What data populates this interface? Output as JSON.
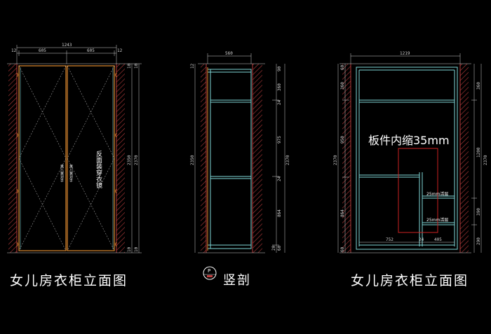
{
  "colors": {
    "background": "#000000",
    "wall_hatch": "#b33a3a",
    "door_frame": "#e08a2e",
    "panel_cyan": "#7fd8d8",
    "dimension": "#cfcfcf",
    "text": "#ffffff",
    "highlight_box": "#cc2222"
  },
  "left_elevation": {
    "caption": "女儿房衣柜立面图",
    "dims_top": {
      "overall": "1243",
      "door_left": "605",
      "door_right": "605",
      "edge_left": "12",
      "edge_right": "12"
    },
    "dims_right": {
      "height_inner": "2350",
      "height_outer": "2370",
      "top_a": "10",
      "top_b": "10",
      "bottom_a": "10",
      "bottom_b": "10"
    },
    "door_note_right": "反面装穿衣镜",
    "door_note_center_a": "黑八黄对手",
    "door_note_center_b": "黑八黄对手"
  },
  "section_view": {
    "caption": "竖剖",
    "section_symbol": "P",
    "dims_top": {
      "depth": "560"
    },
    "dims_left": {
      "height": "2350",
      "top": "12"
    },
    "dims_right": {
      "d1": "360",
      "d2": "975",
      "d3": "864",
      "d4": "24",
      "d5": "24",
      "d6": "90",
      "d7": "60",
      "d8": "20",
      "total": "2370"
    }
  },
  "right_elevation": {
    "caption": "女儿房衣柜立面图",
    "note_large": "板件内缩35mm",
    "dims_top": {
      "overall": "1219"
    },
    "dims_bottom": {
      "left_bay": "752",
      "divider": "24",
      "right_bay": "405"
    },
    "dims_left": {
      "d1": "360",
      "d2": "950",
      "d3": "864",
      "total": "2370",
      "top": "60",
      "bottom": "60"
    },
    "dims_right": {
      "d1": "360",
      "d2": "1200",
      "d3": "390",
      "d4": "290",
      "total": "2370"
    },
    "shelf_label_a": "25mm活层",
    "shelf_label_b": "25mm活层"
  }
}
